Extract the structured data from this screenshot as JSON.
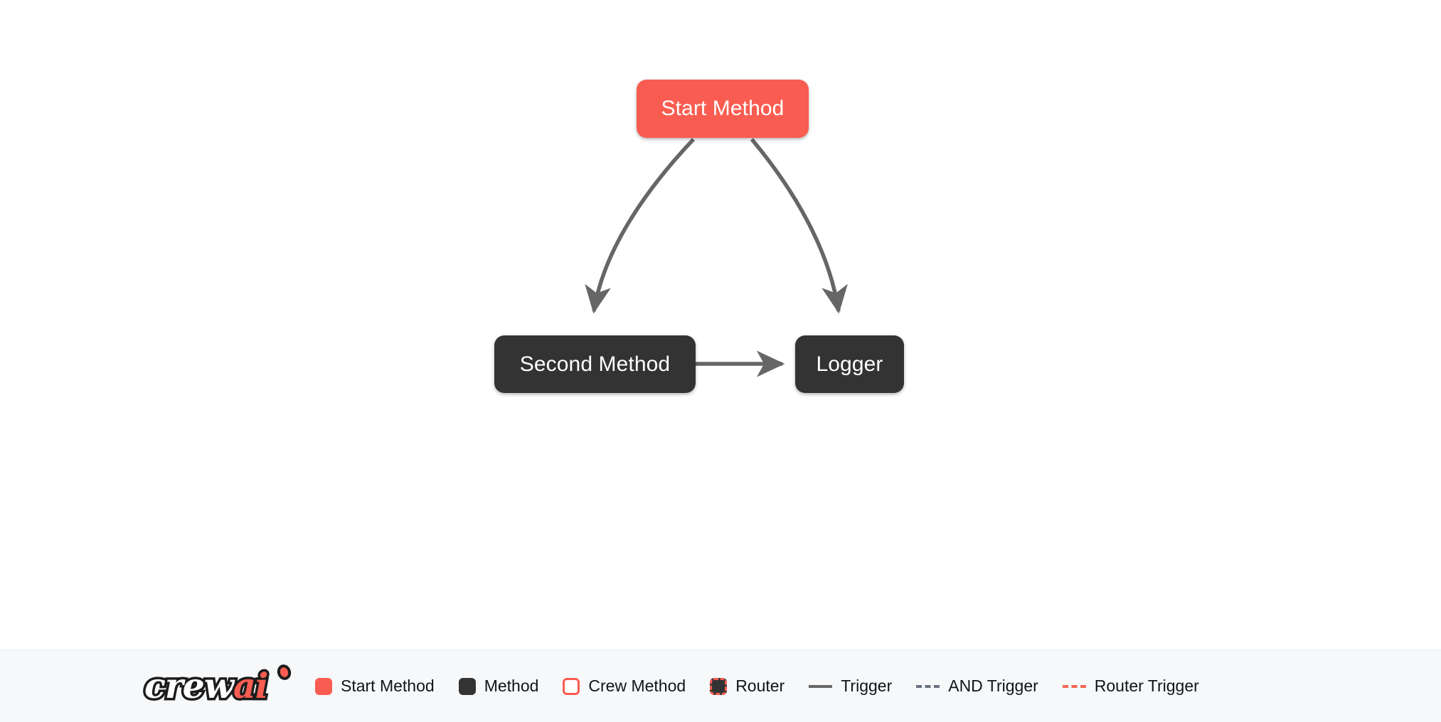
{
  "canvas": {
    "background": "#ffffff",
    "nodes": [
      {
        "id": "start",
        "label": "Start Method",
        "type": "start_method",
        "color": "#F95C50"
      },
      {
        "id": "second",
        "label": "Second Method",
        "type": "method",
        "color": "#333333"
      },
      {
        "id": "logger",
        "label": "Logger",
        "type": "method",
        "color": "#333333"
      }
    ],
    "edges": [
      {
        "from": "start",
        "to": "second",
        "style": "trigger",
        "color": "#666666",
        "shape": "curved"
      },
      {
        "from": "start",
        "to": "logger",
        "style": "trigger",
        "color": "#666666",
        "shape": "curved"
      },
      {
        "from": "second",
        "to": "logger",
        "style": "trigger",
        "color": "#666666",
        "shape": "straight"
      }
    ]
  },
  "legend": {
    "background": "#F6F8FA",
    "logo": {
      "text_primary": "crew",
      "text_accent": "ai",
      "accent_color": "#F95C50"
    },
    "items": [
      {
        "label": "Start Method",
        "marker": "square-filled",
        "color": "#F95C50"
      },
      {
        "label": "Method",
        "marker": "square-filled",
        "color": "#333333"
      },
      {
        "label": "Crew Method",
        "marker": "square-outline",
        "color": "#F95C50"
      },
      {
        "label": "Router",
        "marker": "square-dashed",
        "color": "#F95C50"
      },
      {
        "label": "Trigger",
        "marker": "line-solid",
        "color": "#666666"
      },
      {
        "label": "AND Trigger",
        "marker": "line-dashed",
        "color": "#6b7280"
      },
      {
        "label": "Router Trigger",
        "marker": "line-dashed",
        "color": "#F26651"
      }
    ]
  }
}
